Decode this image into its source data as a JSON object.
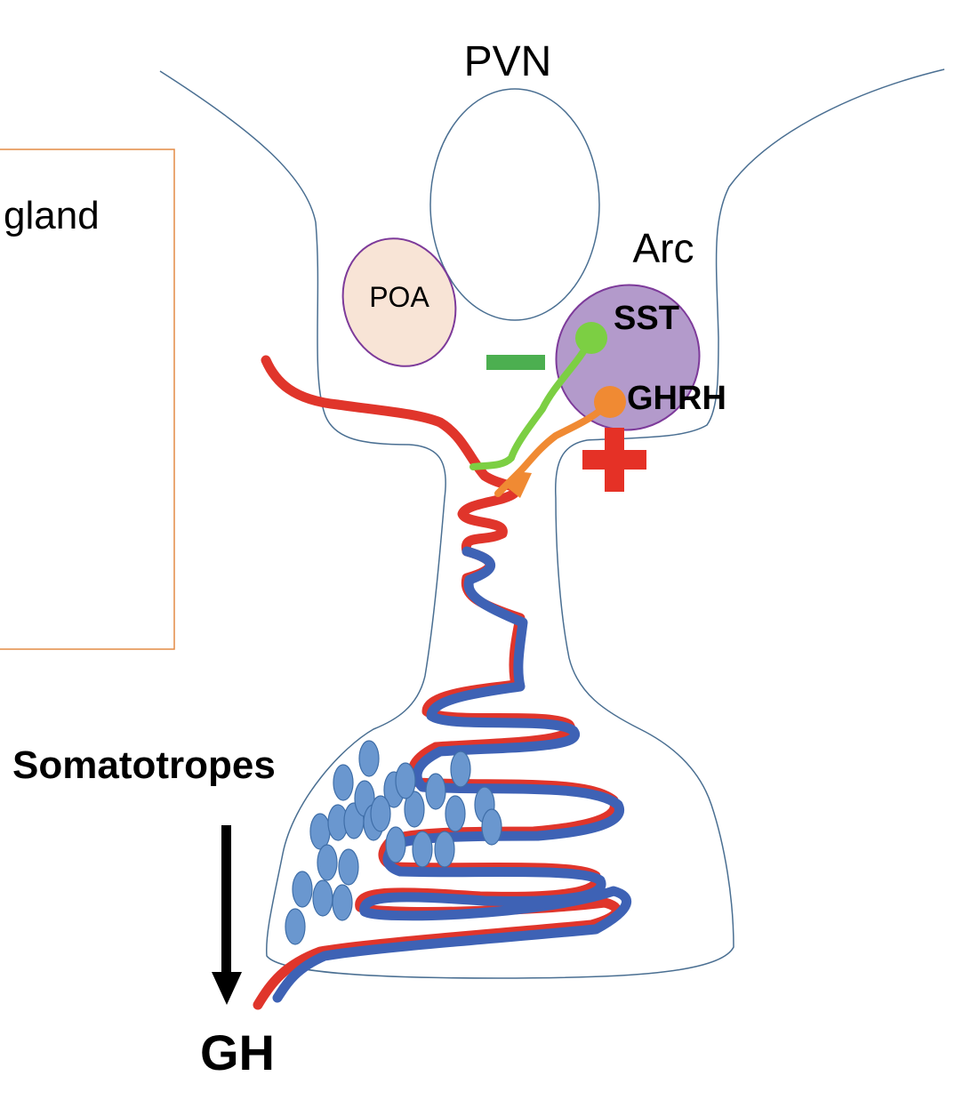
{
  "labels": {
    "pvn": "PVN",
    "arc": "Arc",
    "poa": "POA",
    "sst": "SST",
    "ghrh": "GHRH",
    "gland": "gland",
    "somatotropes": "Somatotropes",
    "gh": "GH"
  },
  "colors": {
    "outline": "#4a6f92",
    "poa_fill": "#f8e4d6",
    "poa_stroke": "#7d3a9a",
    "arc_fill": "#b39acb",
    "arc_stroke": "#7d3a9a",
    "sst_neuron": "#7ccf43",
    "ghrh_neuron": "#f08a33",
    "minus_sign": "#4caf50",
    "plus_sign": "#e53126",
    "artery": "#e0352b",
    "vein": "#3e62b5",
    "somatotrope_fill": "#6a97cf",
    "somatotrope_stroke": "#3f6ea8",
    "callout_border": "#e38b45",
    "arrow": "#000000"
  }
}
